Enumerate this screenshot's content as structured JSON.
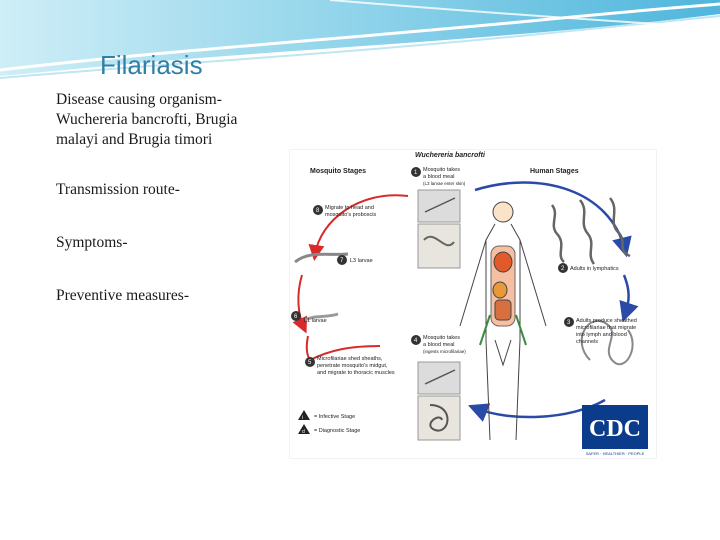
{
  "slide": {
    "title": "Filariasis",
    "lines": {
      "organism_heading": "Disease causing organism-",
      "organism_names": "Wuchereria bancrofti, Brugia malayi and Brugia timori",
      "transmission": "Transmission route-",
      "symptoms": "Symptoms-",
      "preventive": "Preventive measures-"
    }
  },
  "lifecycle_figure": {
    "title": "Wuchereria bancrofti",
    "mosquito_stages": "Mosquito Stages",
    "human_stages": "Human Stages",
    "steps": {
      "s1a": "Mosquito takes",
      "s1b": "a blood meal",
      "s1c": "(L3 larvae enter skin)",
      "s2": "Adults in lymphatics",
      "s3a": "Adults produce sheathed",
      "s3b": "microfilariae that migrate",
      "s3c": "into lymph and blood",
      "s3d": "channels",
      "s4a": "Mosquito takes",
      "s4b": "a blood meal",
      "s4c": "(ingests microfilariae)",
      "s5a": "Microfilariae shed sheaths,",
      "s5b": "penetrate mosquito's midgut,",
      "s5c": "and migrate to thoracic muscles",
      "s6": "L1 larvae",
      "s7": "L3 larvae",
      "s8a": "Migrate to head and",
      "s8b": "mosquito's proboscis"
    },
    "numbers": [
      "1",
      "2",
      "3",
      "4",
      "5",
      "6",
      "7",
      "8"
    ],
    "legend": {
      "infective": "= Infective Stage",
      "diagnostic": "= Diagnostic Stage",
      "i": "i",
      "d": "d"
    },
    "cdc_logo": "CDC",
    "cdc_tagline": "SAFER · HEALTHIER · PEOPLE"
  },
  "colors": {
    "title": "#2f7fa6",
    "arrows": "#d62b2b",
    "arrows_blue": "#2a4aa8",
    "cdc_blue": "#0b3c8c"
  }
}
